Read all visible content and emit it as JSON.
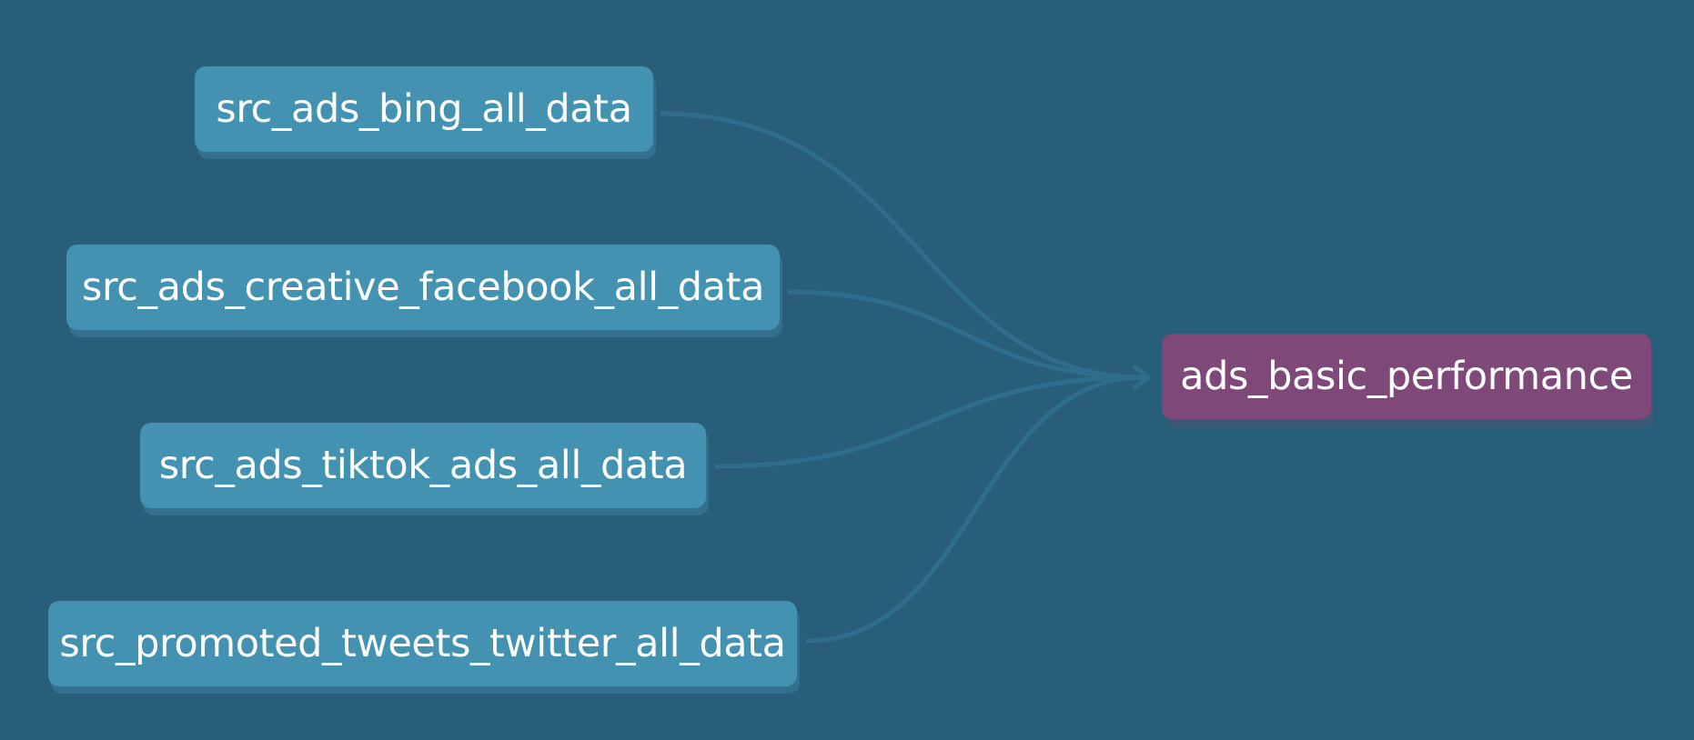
{
  "diagram": {
    "background_color": "#285e79",
    "edge_color": "#2f6d8c",
    "source_node_color": "#4392b1",
    "target_node_color": "#7e4878",
    "source_nodes": [
      {
        "label": "src_ads_bing_all_data"
      },
      {
        "label": "src_ads_creative_facebook_all_data"
      },
      {
        "label": "src_ads_tiktok_ads_all_data"
      },
      {
        "label": "src_promoted_tweets_twitter_all_data"
      }
    ],
    "target_node": {
      "label": "ads_basic_performance"
    },
    "edges": [
      {
        "from": "src_ads_bing_all_data",
        "to": "ads_basic_performance"
      },
      {
        "from": "src_ads_creative_facebook_all_data",
        "to": "ads_basic_performance"
      },
      {
        "from": "src_ads_tiktok_ads_all_data",
        "to": "ads_basic_performance"
      },
      {
        "from": "src_promoted_tweets_twitter_all_data",
        "to": "ads_basic_performance"
      }
    ]
  }
}
